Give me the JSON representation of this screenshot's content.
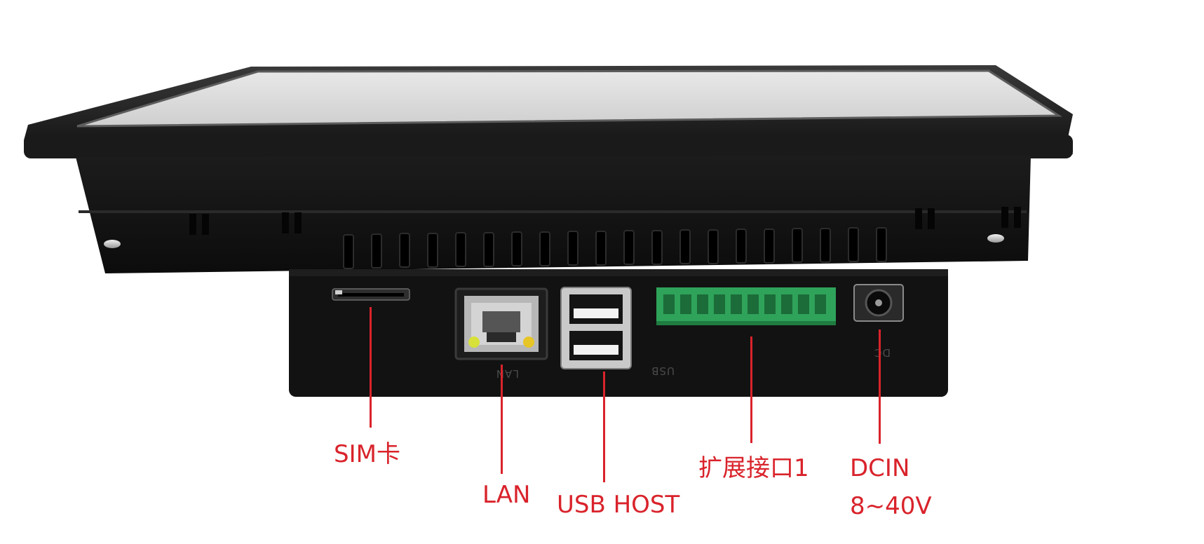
{
  "device_markings": {
    "lan_silk": "LAN",
    "usb_silk": "USB",
    "dc_silk": "DC"
  },
  "callouts": {
    "sim": "SIM卡",
    "lan": "LAN",
    "usb": "USB HOST",
    "expansion": "扩展接口1",
    "dc_title": "DCIN",
    "dc_voltage": "8~40V"
  },
  "colors": {
    "callout": "#d9232b",
    "chassis": "#141414",
    "screen": "#dcdcdc",
    "terminal_block": "#2fa35a"
  }
}
